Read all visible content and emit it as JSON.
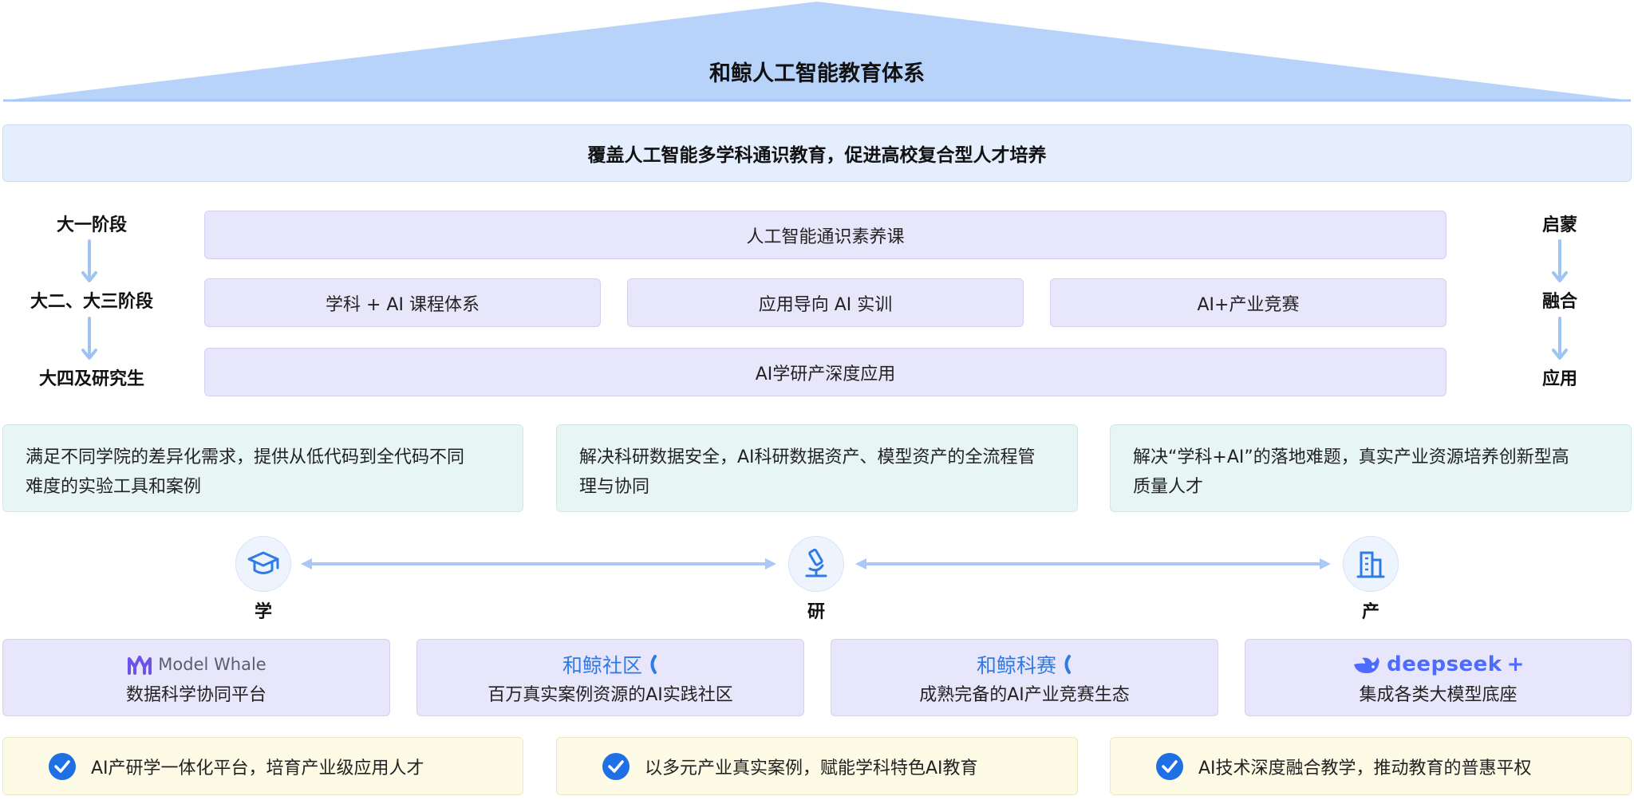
{
  "title": "和鲸人工智能教育体系",
  "banner": "覆盖人工智能多学科通识教育，促进高校复合型人才培养",
  "stages": [
    "大一阶段",
    "大二、大三阶段",
    "大四及研究生"
  ],
  "phases": [
    "启蒙",
    "融合",
    "应用"
  ],
  "courses": {
    "general": "人工智能通识素养课",
    "mid": [
      "学科 + AI 课程体系",
      "应用导向 AI 实训",
      "AI+产业竞赛"
    ],
    "advanced": "AI学研产深度应用"
  },
  "descriptions": [
    {
      "line1": "满足不同学院的差异化需求，提供从低代码到全代码不同",
      "line2": "难度的实验工具和案例"
    },
    {
      "line1": "解决科研数据安全，AI科研数据资产、模型资产的全流程管",
      "line2": "理与协同"
    },
    {
      "line1": "解决“学科+AI”的落地难题，真实产业资源培养创新型高",
      "line2": "质量人才"
    }
  ],
  "pillars": [
    {
      "label": "学",
      "icon": "graduation-cap-icon"
    },
    {
      "label": "研",
      "icon": "microscope-icon"
    },
    {
      "label": "产",
      "icon": "building-icon"
    }
  ],
  "products": [
    {
      "brand": "Model Whale",
      "desc": "数据科学协同平台",
      "icon": "modelwhale-logo-icon"
    },
    {
      "brand": "和鲸社区",
      "desc": "百万真实案例资源的AI实践社区",
      "icon": "heywhale-logo-icon"
    },
    {
      "brand": "和鲸科赛",
      "desc": "成熟完备的AI产业竞赛生态",
      "icon": "heywhale-logo-icon"
    },
    {
      "brand": "deepseek",
      "plus": "+",
      "desc": "集成各类大模型底座",
      "icon": "deepseek-whale-icon"
    }
  ],
  "results": [
    "AI产研学一体化平台，培育产业级应用人才",
    "以多元产业真实案例，赋能学科特色AI教育",
    "AI技术深度融合教学，推动教育的普惠平权"
  ],
  "colors": {
    "roof": "#b8d3fa",
    "banner": "#e4eefc",
    "course": "#e8e6fb",
    "description": "#e7f6f5",
    "result": "#fdfbe6",
    "arrow": "#9fc3f5",
    "accent": "#2f7be6",
    "check": "#1f6fe5"
  }
}
